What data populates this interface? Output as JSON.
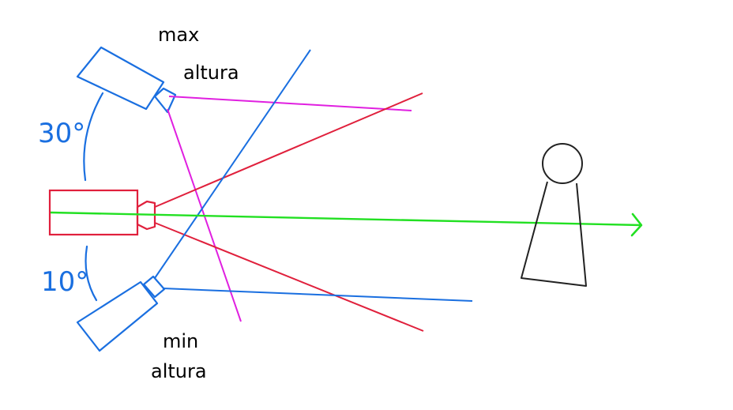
{
  "labels": {
    "max_line1": "max",
    "max_line2": "altura",
    "min_line1": "min",
    "min_line2": "altura",
    "angle_up": "30°",
    "angle_down": "10°"
  },
  "colors": {
    "top_camera": "#1a6fe0",
    "top_camera_rays": "#e020e0",
    "center_camera": "#e0203c",
    "bottom_camera": "#1a6fe0",
    "optical_axis": "#22e022",
    "person": "#222222",
    "angle_label": "#1a6fe0"
  },
  "icons": {
    "top_camera": "camera-icon",
    "center_camera": "camera-icon",
    "bottom_camera": "camera-icon",
    "person": "person-icon",
    "axis_arrow": "arrow-right-icon"
  }
}
